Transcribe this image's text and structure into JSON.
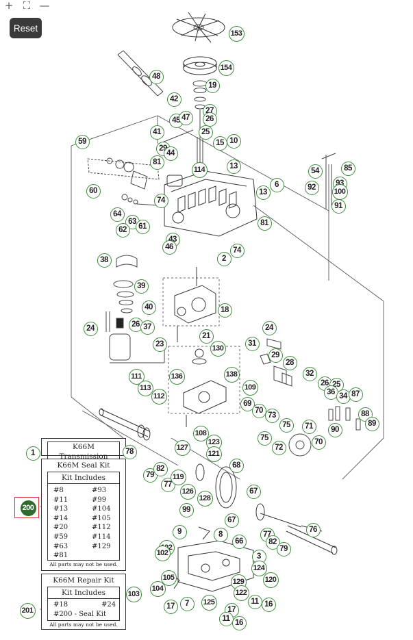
{
  "toolbar": {
    "zoom_in": "+",
    "fit": "⛶",
    "zoom_out": "—",
    "reset_label": "Reset"
  },
  "callouts": [
    "153",
    "154",
    "48",
    "19",
    "42",
    "45",
    "47",
    "27",
    "26",
    "25",
    "41",
    "15",
    "10",
    "29",
    "44",
    "59",
    "81",
    "114",
    "13",
    "54",
    "85",
    "92",
    "93",
    "100",
    "6",
    "13",
    "91",
    "60",
    "74",
    "64",
    "63",
    "62",
    "61",
    "81",
    "43",
    "46",
    "2",
    "74",
    "38",
    "39",
    "40",
    "18",
    "24",
    "26",
    "37",
    "21",
    "23",
    "130",
    "31",
    "24",
    "29",
    "28",
    "32",
    "26",
    "25",
    "36",
    "34",
    "87",
    "111",
    "136",
    "138",
    "113",
    "112",
    "109",
    "69",
    "70",
    "73",
    "75",
    "71",
    "88",
    "89",
    "90",
    "75",
    "72",
    "70",
    "108",
    "127",
    "123",
    "121",
    "1",
    "78",
    "79",
    "82",
    "77",
    "119",
    "68",
    "126",
    "128",
    "67",
    "200",
    "9",
    "99",
    "8",
    "102",
    "102",
    "66",
    "67",
    "77",
    "82",
    "79",
    "76",
    "3",
    "124",
    "105",
    "120",
    "129",
    "103",
    "104",
    "17",
    "7",
    "125",
    "122",
    "11",
    "16",
    "17",
    "11",
    "16",
    "201"
  ],
  "kits": {
    "transmission": {
      "title": "K66M Transmission"
    },
    "seal_kit": {
      "title": "K66M Seal Kit",
      "subtitle": "Kit Includes",
      "left": [
        "#8",
        "#11",
        "#13",
        "#14",
        "#20",
        "#59",
        "#63",
        "#81"
      ],
      "right": [
        "#93",
        "#99",
        "#104",
        "#105",
        "#112",
        "#114",
        "#129"
      ],
      "note": "All parts may not be used."
    },
    "repair_kit": {
      "title": "K66M Repair Kit",
      "subtitle": "Kit Includes",
      "left": [
        "#18",
        "#200 - Seal Kit"
      ],
      "right": [
        "#24"
      ],
      "note": "All parts may not be used."
    }
  },
  "highlight": {
    "callout": "200",
    "box_color": "#dd3333",
    "active_color": "#2f6b2f",
    "outline_color": "#3d8a3d"
  }
}
